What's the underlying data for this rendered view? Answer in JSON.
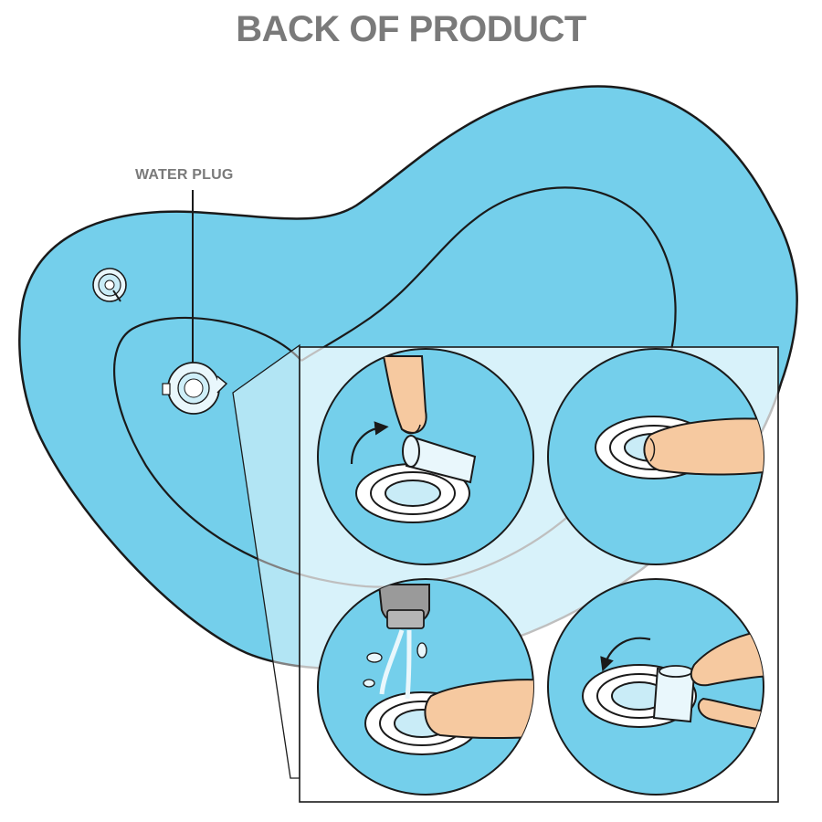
{
  "title": "BACK OF PRODUCT",
  "callout": {
    "label": "WATER PLUG"
  },
  "colors": {
    "body_blue": "#74CFEB",
    "deep_blue": "#5BC0E2",
    "outline": "#1A1A1A",
    "title_gray": "#7A7A7A",
    "finger": "#F6C9A0",
    "finger_shadow": "#E8A878",
    "plug": "#E9F7FC",
    "faucet": "#9A9A9A"
  },
  "steps": [
    {
      "name": "step-1-pull-cap",
      "icon": "open-cap-arrow-icon"
    },
    {
      "name": "step-2-press-valve",
      "icon": "press-finger-icon"
    },
    {
      "name": "step-3-fill-water",
      "icon": "faucet-water-icon"
    },
    {
      "name": "step-4-close-cap",
      "icon": "close-cap-arrow-icon"
    }
  ]
}
